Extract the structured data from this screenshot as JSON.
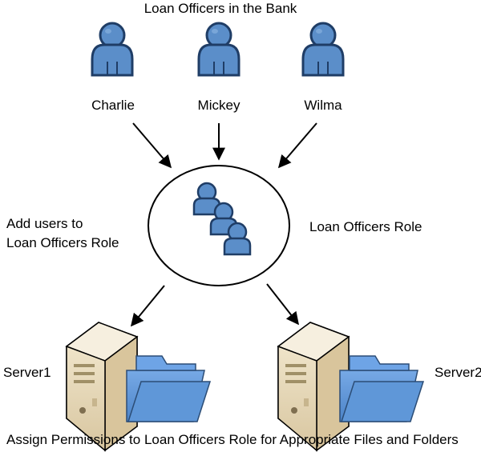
{
  "diagram": {
    "title": "Loan Officers in the Bank",
    "users": [
      "Charlie",
      "Mickey",
      "Wilma"
    ],
    "role_note_line1": "Add users to",
    "role_note_line2": "Loan Officers Role",
    "role_label": "Loan Officers Role",
    "servers": [
      "Server1",
      "Server2"
    ],
    "footer": "Assign Permissions to Loan Officers Role for Appropriate Files and Folders",
    "colors": {
      "person_fill": "#5b8ec9",
      "person_stroke": "#1f3d66",
      "folder_fill": "#5f97d8",
      "folder_stroke": "#2c4d76",
      "server_fill": "#e8dcc1",
      "server_shadow": "#c8b58c",
      "line": "#000000"
    }
  }
}
